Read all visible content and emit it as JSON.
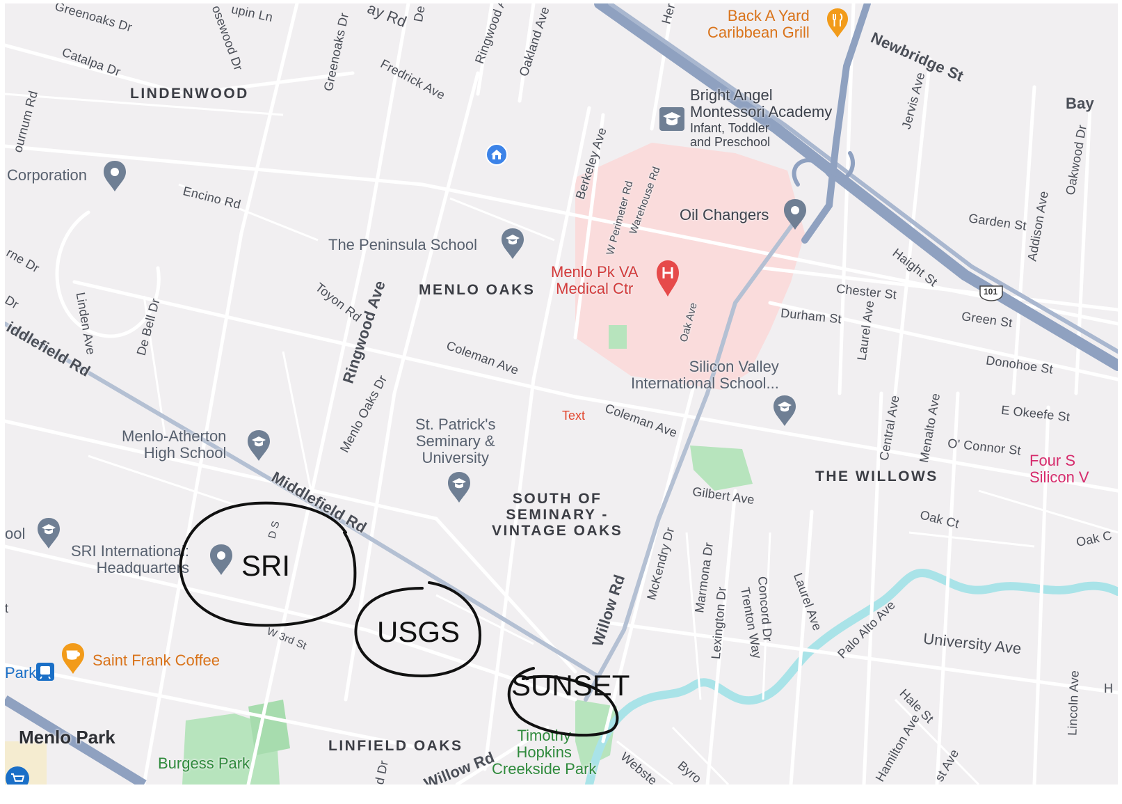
{
  "neighborhoods": {
    "lindenwood": "LINDENWOOD",
    "menlo_oaks": "MENLO OAKS",
    "south_of_seminary": [
      "SOUTH OF",
      "SEMINARY -",
      "VINTAGE OAKS"
    ],
    "the_willows": "THE WILLOWS",
    "linfield_oaks": "LINFIELD OAKS"
  },
  "city": "Menlo Park",
  "streets": {
    "greenoaks_dr_top": "Greenoaks Dr",
    "catalpa_dr": "Catalpa Dr",
    "rosewood_dr": "osewood Dr",
    "lupin_ln": "upin Ln",
    "greenoaks_dr": "Greenoaks Dr",
    "bay_rd_top": "ay Rd",
    "de_top": "De",
    "ringwood_ave_top": "Ringwood A",
    "oakland_ave": "Oakland Ave",
    "her_top": "Her",
    "fredrick_ave": "Fredrick Ave",
    "newbridge_st": "Newbridge St",
    "bay_right": "Bay",
    "jervis_ave": "Jervis Ave",
    "oakwood_dr": "Oakwood Dr",
    "addison_ave": "Addison Ave",
    "garden_st": "Garden St",
    "haight_st": "Haight St",
    "berkeley_ave": "Berkeley Ave",
    "w_perimeter_rd": "W Perimeter Rd",
    "warehouse_rd": "Warehouse Rd",
    "encino_rd": "Encino Rd",
    "bournum_rd": "ournum Rd",
    "rne_dr": "rne Dr",
    "dr_left": "Dr",
    "linden_ave": "Linden Ave",
    "de_bell_dr": "De Bell Dr",
    "middlefield_rd_left": "iddlefield Rd",
    "toyon_rd": "Toyon Rd",
    "ringwood_ave": "Ringwood Ave",
    "coleman_ave_1": "Coleman Ave",
    "coleman_ave_2": "Coleman Ave",
    "chester_st": "Chester St",
    "durham_st": "Durham St",
    "laurel_ave_top": "Laurel Ave",
    "green_st": "Green St",
    "donohoe_st": "Donohoe St",
    "oak_ave": "Oak Ave",
    "menlo_oaks_dr": "Menlo Oaks Dr",
    "e_okeefe_st": "E Okeefe St",
    "central_ave": "Central Ave",
    "menalto_ave": "Menalto Ave",
    "o_connor_st": "O' Connor St",
    "gilbert_ave": "Gilbert Ave",
    "oak_ct": "Oak Ct",
    "oak_right": "Oak C",
    "middlefield_rd": "Middlefield Rd",
    "d_s": "D S",
    "w_3rd_st": "W 3rd St",
    "mckendry_dr": "McKendry Dr",
    "marmona_dr": "Marmona Dr",
    "lexington_dr": "Lexington Dr",
    "trenton_way": "Trenton Way",
    "concord_dr": "Concord Dr",
    "laurel_ave": "Laurel Ave",
    "willow_rd": "Willow Rd",
    "palo_alto_ave": "Palo Alto Ave",
    "university_ave": "University Ave",
    "lincoln_ave": "Lincoln Ave",
    "h_right": "H",
    "hale_st": "Hale St",
    "hamilton_ave": "Hamilton Ave",
    "st_ave": "st Ave",
    "webster": "Webste",
    "byron": "Byro",
    "willow_rd_bottom": "Willow Rd",
    "d_dr": "d Dr",
    "t_left": "t",
    "hwy_101": "101"
  },
  "pois": {
    "back_a_yard": [
      "Back A Yard",
      "Caribbean Grill"
    ],
    "bright_angel": [
      "Bright Angel",
      "Montessori Academy"
    ],
    "bright_angel_sub": [
      "Infant, Toddler",
      "and Preschool"
    ],
    "corporation": "Corporation",
    "oil_changers": "Oil Changers",
    "peninsula_school": "The Peninsula School",
    "va_medical": [
      "Menlo Pk VA",
      "Medical Ctr"
    ],
    "silicon_valley_intl": [
      "Silicon Valley",
      "International School..."
    ],
    "st_patricks": [
      "St. Patrick's",
      "Seminary &",
      "University"
    ],
    "menlo_atherton_hs": [
      "Menlo-Atherton",
      "High School"
    ],
    "school_left": "ool",
    "sri_intl": [
      "SRI International:",
      "Headquarters"
    ],
    "saint_frank": "Saint Frank Coffee",
    "park_station": "Park",
    "burgess_park": "Burgess Park",
    "timothy_hopkins": [
      "Timothy",
      "Hopkins",
      "Creekside Park"
    ],
    "four_silicon": [
      "Four S",
      "Silicon V"
    ]
  },
  "annotations": {
    "text_marker": "Text",
    "sri": "SRI",
    "usgs": "USGS",
    "sunset": "SUNSET"
  },
  "icons": {
    "restaurant": "restaurant-pin-icon",
    "school": "school-pin-icon",
    "place": "place-pin-icon",
    "hospital": "hospital-pin-icon",
    "home": "home-pin-icon",
    "transit": "train-station-icon",
    "cafe": "coffee-pin-icon",
    "shopping": "shopping-cart-icon",
    "highway_shield": "us-highway-shield-icon"
  },
  "colors": {
    "map_background": "#f1eff1",
    "road": "#ffffff",
    "highway": "#8fa1c0",
    "water": "#a9e3e8",
    "park": "#b7e4bd",
    "hospital_area": "#fadcdc",
    "school_pin": "#6f7f94",
    "food_pin": "#f29b1a",
    "hospital_pin": "#e64a4a",
    "home_pin": "#3c83e8",
    "annotation_ink": "#111111"
  }
}
